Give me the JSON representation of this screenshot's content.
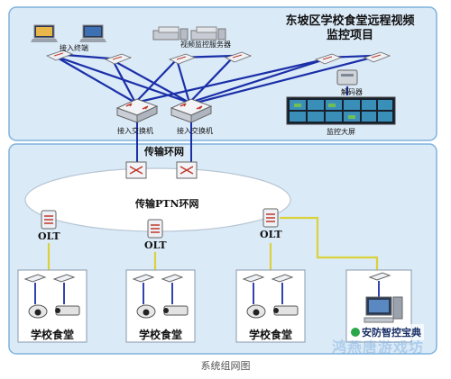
{
  "diagram": {
    "title_line1": "东坡区学校食堂远程视频",
    "title_line2": "监控项目",
    "access_terminal": "接入终端",
    "video_server": "视频监控服务器",
    "decoder": "解码器",
    "monitor_wall": "监控大屏",
    "access_switch_1": "接入交换机",
    "access_switch_2": "接入交换机",
    "transport_ring": "传输环网",
    "ptn_ring": "传输PTN环网",
    "olt_1": "OLT",
    "olt_2": "OLT",
    "olt_3": "OLT",
    "canteen_1": "学校食堂",
    "canteen_2": "学校食堂",
    "canteen_3": "学校食堂"
  },
  "caption": "系统组网图",
  "watermark": {
    "account": "安防智控宝典",
    "faint_text": "鸿燕唐游戏坊"
  },
  "colors": {
    "panel_bg": "#dbeaf7",
    "panel_border": "#7fb2de",
    "link_blue": "#1a2fa8",
    "fiber_yellow": "#d9d23a",
    "switch_red": "#c0392b"
  }
}
